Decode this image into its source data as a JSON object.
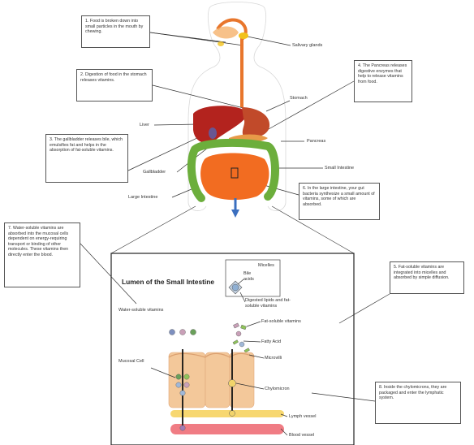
{
  "callouts": {
    "c1": "1. Food is broken down into small particles in the mouth by chewing.",
    "c2": "2. Digestion of food in the stomach releases vitamins.",
    "c3": "3. The gallbladder releases bile, which emulsifies fat and helps in the absorption of fat-soluble vitamins.",
    "c4": "4. The Pancreas releases digestive enzymes that help to release vitamins from food.",
    "c5": "5. Fat-soluble vitamins are integrated into micelles and absorbed by simple diffusion.",
    "c6": "6. In the large intestine, your gut bacteria synthesize a small amount of vitamins, some of which are absorbed.",
    "c7": "7. Water-soluble vitamins are absorbed into the mucosal cells dependent on energy-requiring transport or binding of other molecules. These vitamins then directly enter the blood.",
    "c8": "8. Inside the chylomicrons, they are packaged and enter the lymphatic system."
  },
  "organs": {
    "salivary": "Salivary glands",
    "stomach": "Stomach",
    "liver": "Liver",
    "pancreas": "Pancreas",
    "small_intestine": "Small Intestine",
    "gallbladder": "Gallbladder",
    "large_intestine": "Large Intestine"
  },
  "inset": {
    "title": "Lumen of the Small Intestine",
    "micelles": "Micelles",
    "bile_acids": "Bile acids",
    "digested_lipids": "Digested lipids and fat-soluble vitamins",
    "water_soluble": "Water-soluble vitamins",
    "fat_soluble": "Fat-soluble vitamins",
    "fatty_acid": "Fatty Acid",
    "microvilli": "Microvilli",
    "mucosal_cell": "Mucosal Cell",
    "chylomicron": "Chylomicron",
    "lymph_vessel": "Lymph vessel",
    "blood_vessel": "Blood vessel"
  },
  "colors": {
    "esophagus": "#e8762c",
    "liver": "#b3231e",
    "stomach": "#c14a2a",
    "small_intestine": "#f26c21",
    "large_intestine": "#6cae3c",
    "salivary": "#f2c21b",
    "lymph": "#f7d770",
    "blood": "#f07c84",
    "mucosa": "#f3c89a",
    "rectum": "#3b6fbf"
  }
}
